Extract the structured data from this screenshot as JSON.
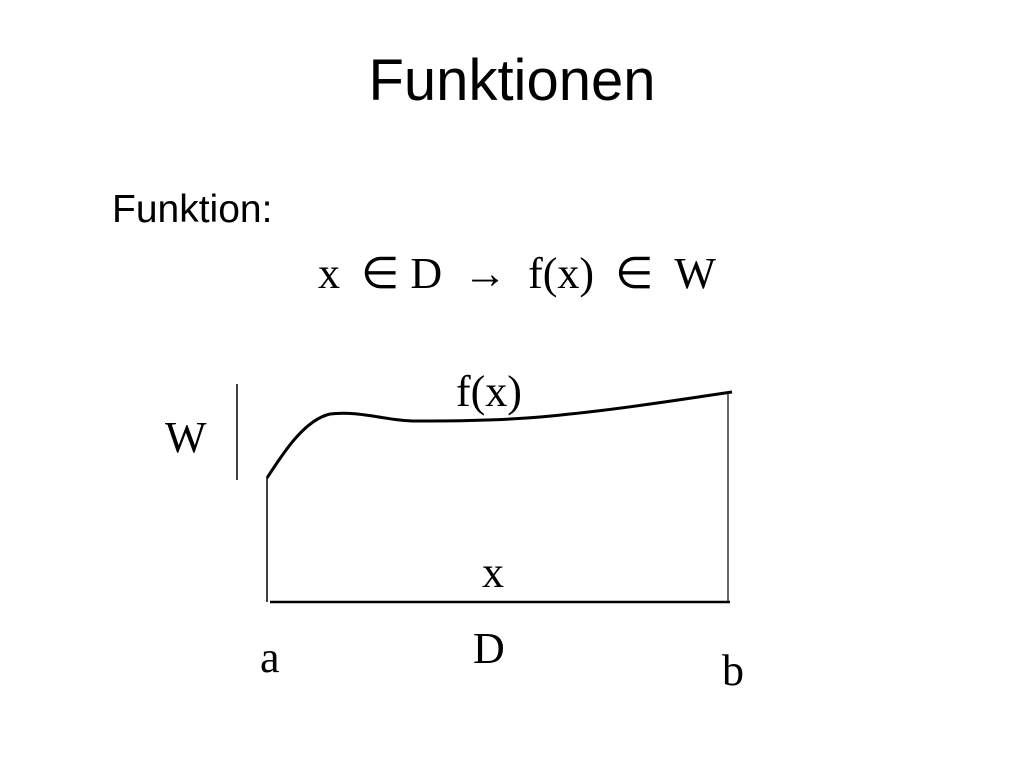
{
  "slide": {
    "title": "Funktionen",
    "label": "Funktion:",
    "formula": {
      "x": "x",
      "element_of_1": "∈",
      "domain": "D",
      "arrow": "→",
      "fx": "f(x)",
      "element_of_2": "∈",
      "codomain": "W"
    }
  },
  "diagram": {
    "curve_label": "f(x)",
    "codomain_label": "W",
    "variable_label": "x",
    "domain_label": "D",
    "left_bound_label": "a",
    "right_bound_label": "b"
  }
}
